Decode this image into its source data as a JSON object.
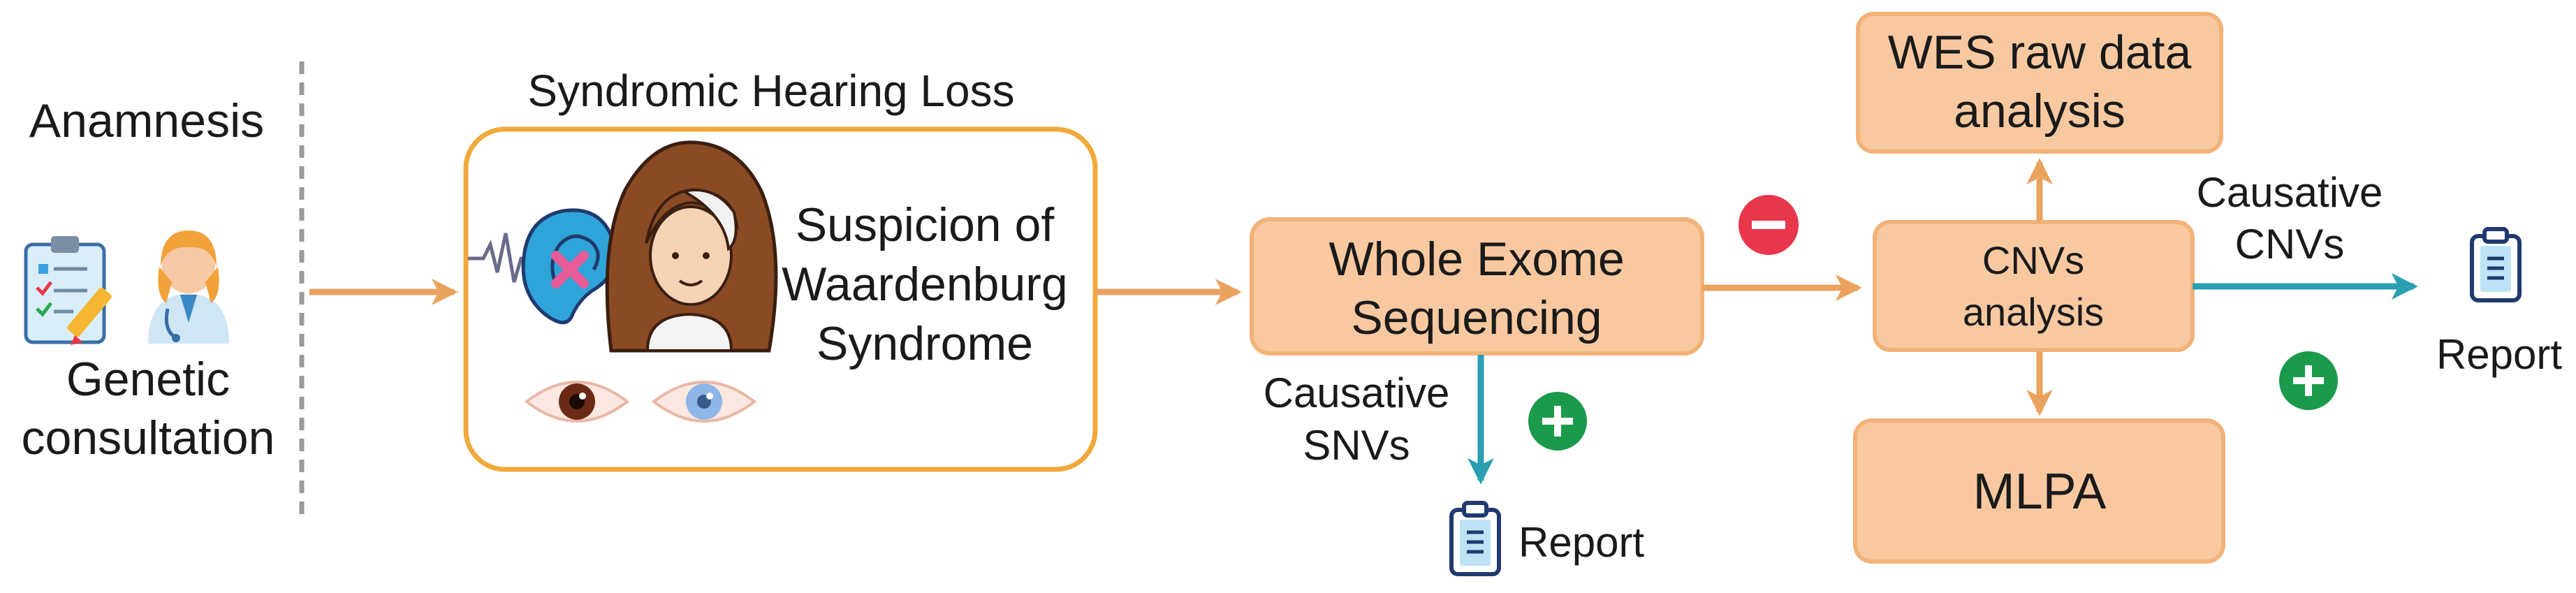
{
  "left": {
    "anamnesis": "Anamnesis",
    "consultation_line1": "Genetic",
    "consultation_line2": "consultation"
  },
  "syndromic": {
    "title": "Syndromic Hearing Loss",
    "line1": "Suspicion of",
    "line2": "Waardenburg",
    "line3": "Syndrome"
  },
  "wes": {
    "line1": "Whole Exome",
    "line2": "Sequencing"
  },
  "snvs": {
    "line1": "Causative",
    "line2": "SNVs",
    "report": "Report"
  },
  "cnvs": {
    "line1": "CNVs",
    "line2": "analysis"
  },
  "raw": {
    "line1": "WES raw data",
    "line2": "analysis"
  },
  "mlpa": {
    "label": "MLPA"
  },
  "cnv_result": {
    "line1": "Causative",
    "line2": "CNVs",
    "report": "Report"
  },
  "colors": {
    "box_fill": "#f8c9a0",
    "box_border": "#f2b278",
    "syndromic_border": "#f0a93a",
    "arrow_orange": "#e9a35f",
    "arrow_teal": "#2a9fb2",
    "plus_green": "#1a9a4a",
    "minus_red": "#e8364a",
    "divider": "#9a9a9a"
  },
  "icons": [
    "clipboard-checklist-icon",
    "doctor-icon",
    "ear-crossed-icon",
    "girl-white-forelock-icon",
    "brown-eye-icon",
    "blue-eye-icon",
    "minus-icon",
    "plus-icon",
    "report-clipboard-icon"
  ]
}
